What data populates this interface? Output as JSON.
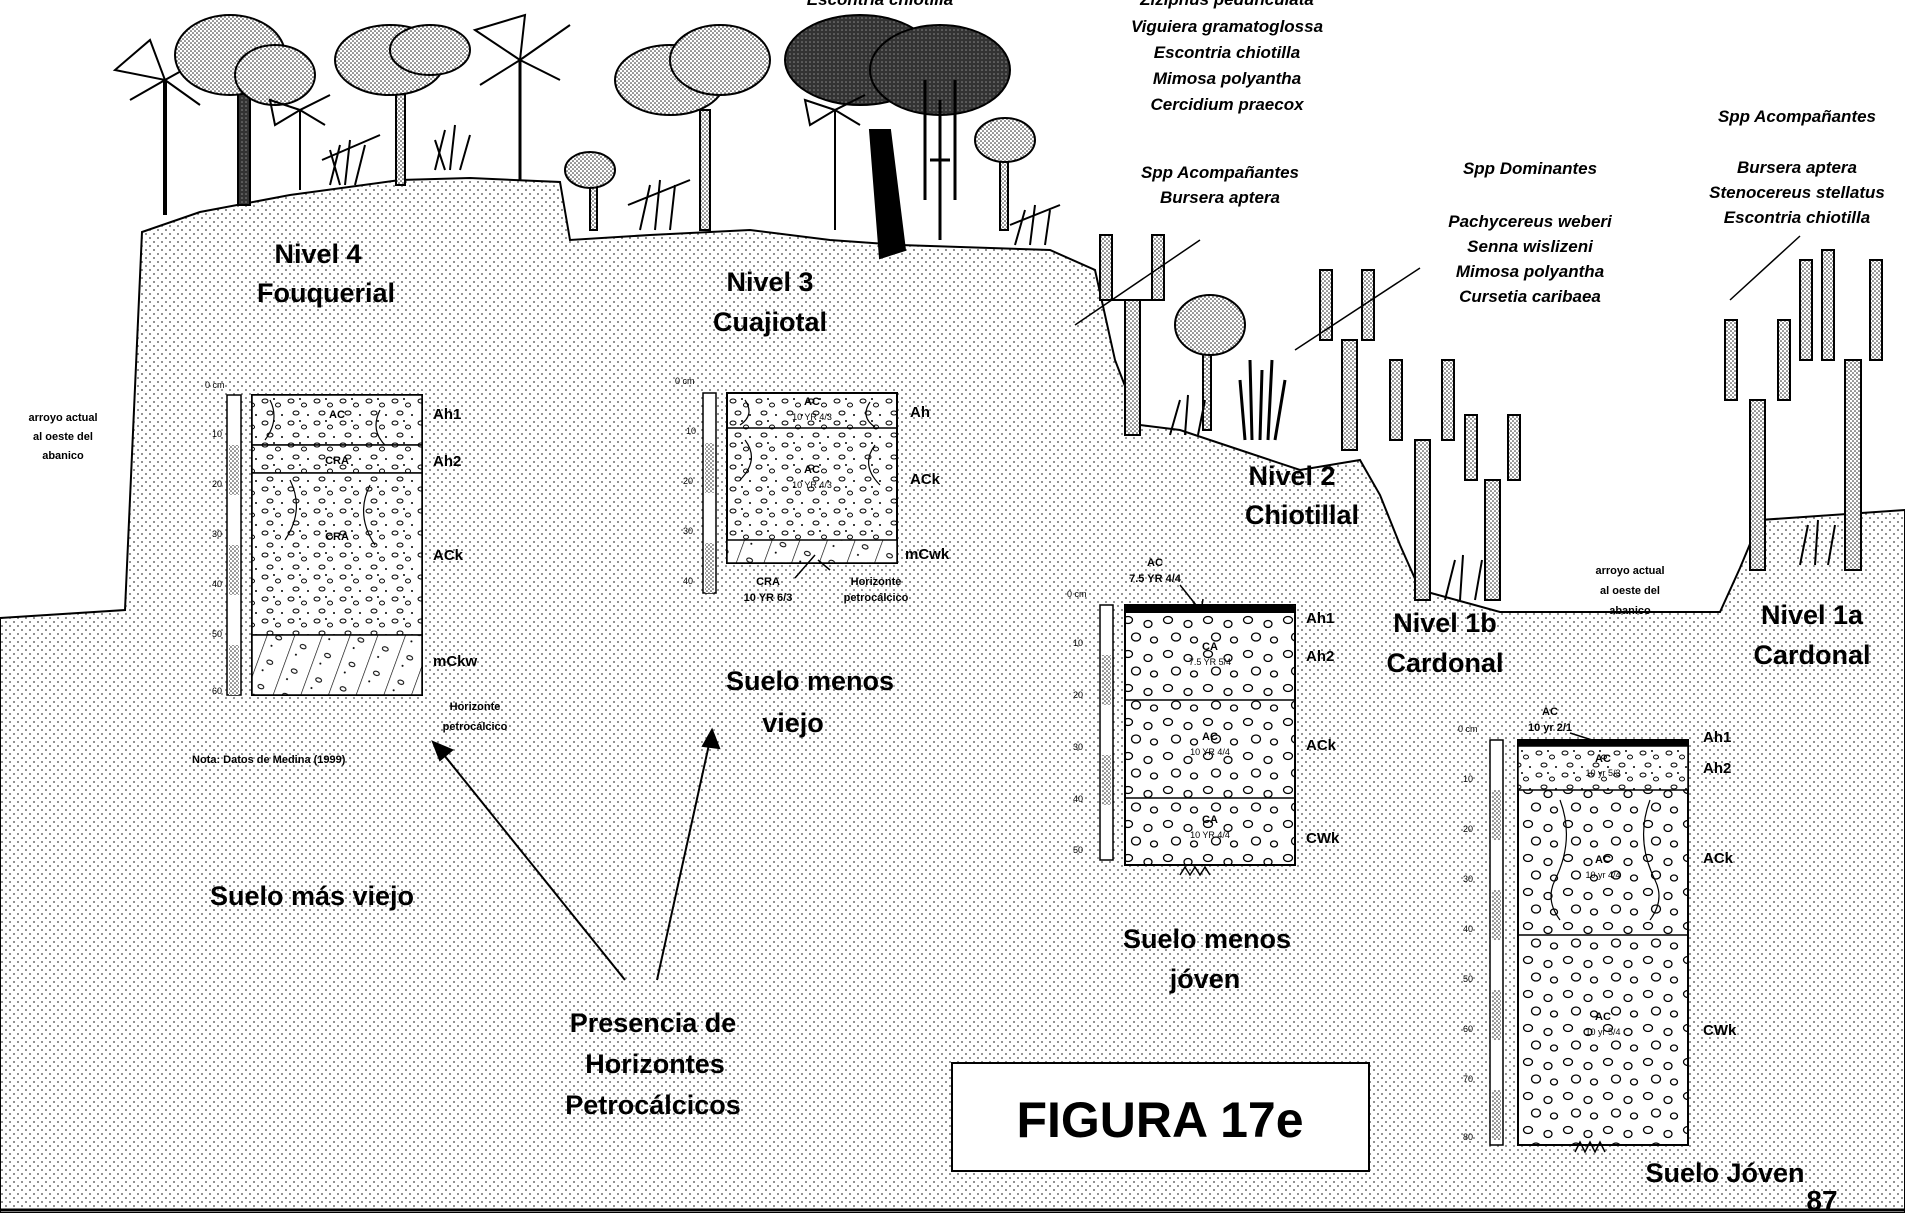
{
  "species_top": {
    "cut_left": "Escontria chiotilla",
    "cut_right": "Ziziphus pedunculata",
    "list": [
      "Viguiera gramatoglossa",
      "Escontria chiotilla",
      "Mimosa polyantha",
      "Cercidium praecox"
    ],
    "acomp_label": "Spp Acompañantes",
    "acomp_list": [
      "Bursera aptera"
    ]
  },
  "species_mid": {
    "dom_label": "Spp Dominantes",
    "dom_list": [
      "Pachycereus weberi",
      "Senna wislizeni",
      "Mimosa polyantha",
      "Cursetia caribaea"
    ]
  },
  "species_right": {
    "acomp_label": "Spp Acompañantes",
    "acomp_list": [
      "Bursera aptera",
      "Stenocereus stellatus",
      "Escontria chiotilla"
    ]
  },
  "levels": {
    "n4": [
      "Nivel 4",
      "Fouquerial"
    ],
    "n3": [
      "Nivel 3",
      "Cuajiotal"
    ],
    "n2": [
      "Nivel 2",
      "Chiotillal"
    ],
    "n1b": [
      "Nivel 1b",
      "Cardonal"
    ],
    "n1a": [
      "Nivel 1a",
      "Cardonal"
    ]
  },
  "arroyo_left": [
    "arroyo actual",
    "al oeste del",
    "abanico"
  ],
  "arroyo_right": [
    "arroyo actual",
    "al oeste del",
    "abanico"
  ],
  "profile_n4": {
    "zero": "0 cm",
    "ticks": [
      "10",
      "20",
      "30",
      "40",
      "50",
      "60"
    ],
    "layer_labels": [
      "AC",
      "CRA",
      "CRA"
    ],
    "horizons": [
      "Ah1",
      "Ah2",
      "ACk",
      "mCkw"
    ],
    "horizon_note": [
      "Horizonte",
      "petrocálcico"
    ],
    "note": "Nota: Datos de Medina (1999)"
  },
  "profile_n3": {
    "zero": "0 cm",
    "ticks": [
      "10",
      "20",
      "30",
      "40"
    ],
    "layer_labels": [
      "AC",
      "10 YR 4/3",
      "AC",
      "10 YR 4/3"
    ],
    "horizons": [
      "Ah",
      "ACk",
      "mCwk"
    ],
    "cra_label": [
      "CRA",
      "10 YR 6/3"
    ],
    "horizon_note": [
      "Horizonte",
      "petrocálcico"
    ]
  },
  "profile_n2": {
    "zero": "0 cm",
    "ticks": [
      "10",
      "20",
      "30",
      "40",
      "50"
    ],
    "top_note": [
      "AC",
      "7.5 YR 4/4"
    ],
    "layer_labels": [
      "CA",
      "7.5 YR 5/4",
      "AC",
      "10 YR 4/4",
      "CA",
      "10 YR 4/4"
    ],
    "horizons": [
      "Ah1",
      "Ah2",
      "ACk",
      "CWk"
    ]
  },
  "profile_n1a": {
    "zero": "0 cm",
    "ticks": [
      "10",
      "20",
      "30",
      "40",
      "50",
      "60",
      "70",
      "80"
    ],
    "top_note": [
      "AC",
      "10 yr 2/1"
    ],
    "layer_labels": [
      "AC",
      "10 yr 5/3",
      "AC",
      "10 yr 4/4",
      "AC",
      "10 yr 5/4"
    ],
    "horizons": [
      "Ah1",
      "Ah2",
      "ACk",
      "CWk"
    ]
  },
  "captions": {
    "mas_viejo": "Suelo más viejo",
    "menos_viejo": [
      "Suelo menos",
      "viejo"
    ],
    "menos_joven": [
      "Suelo menos",
      "jóven"
    ],
    "joven": "Suelo Jóven",
    "petro": [
      "Presencia de",
      "Horizontes",
      "Petrocálcicos"
    ]
  },
  "figure_label": "FIGURA 17e",
  "page_number": "87"
}
